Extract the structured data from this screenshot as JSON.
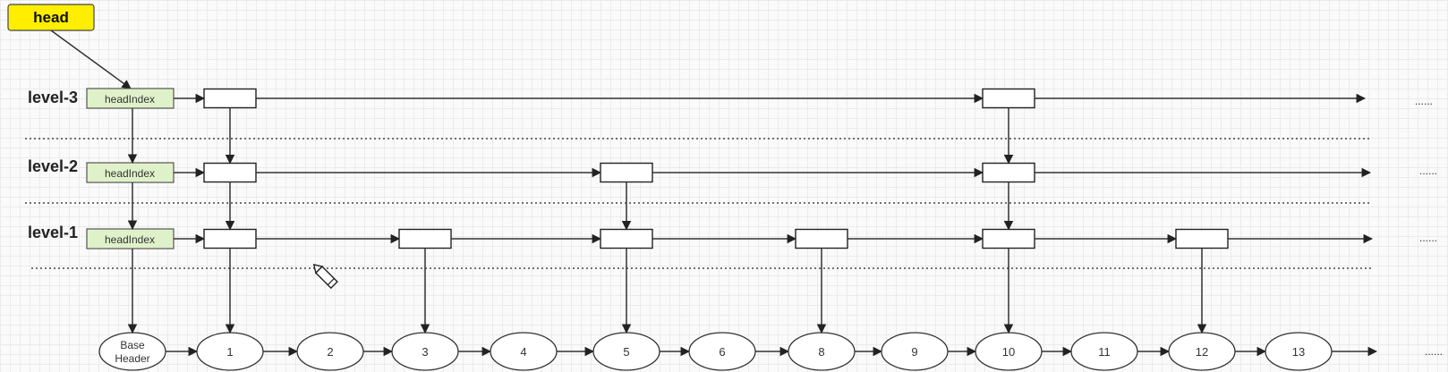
{
  "head_label": "head",
  "head_index_label": "headIndex",
  "levels": [
    {
      "name": "level-3",
      "nodes": [
        1,
        10
      ]
    },
    {
      "name": "level-2",
      "nodes": [
        1,
        5,
        10
      ]
    },
    {
      "name": "level-1",
      "nodes": [
        1,
        3,
        5,
        8,
        10,
        12
      ]
    }
  ],
  "base_header_label": [
    "Base",
    "Header"
  ],
  "base_nodes": [
    "1",
    "2",
    "3",
    "4",
    "5",
    "6",
    "8",
    "9",
    "10",
    "11",
    "12",
    "13"
  ],
  "continuation": "......",
  "colors": {
    "head_fill": "#ffee00",
    "head_index_fill": "#dff1c9",
    "line": "#333333"
  }
}
